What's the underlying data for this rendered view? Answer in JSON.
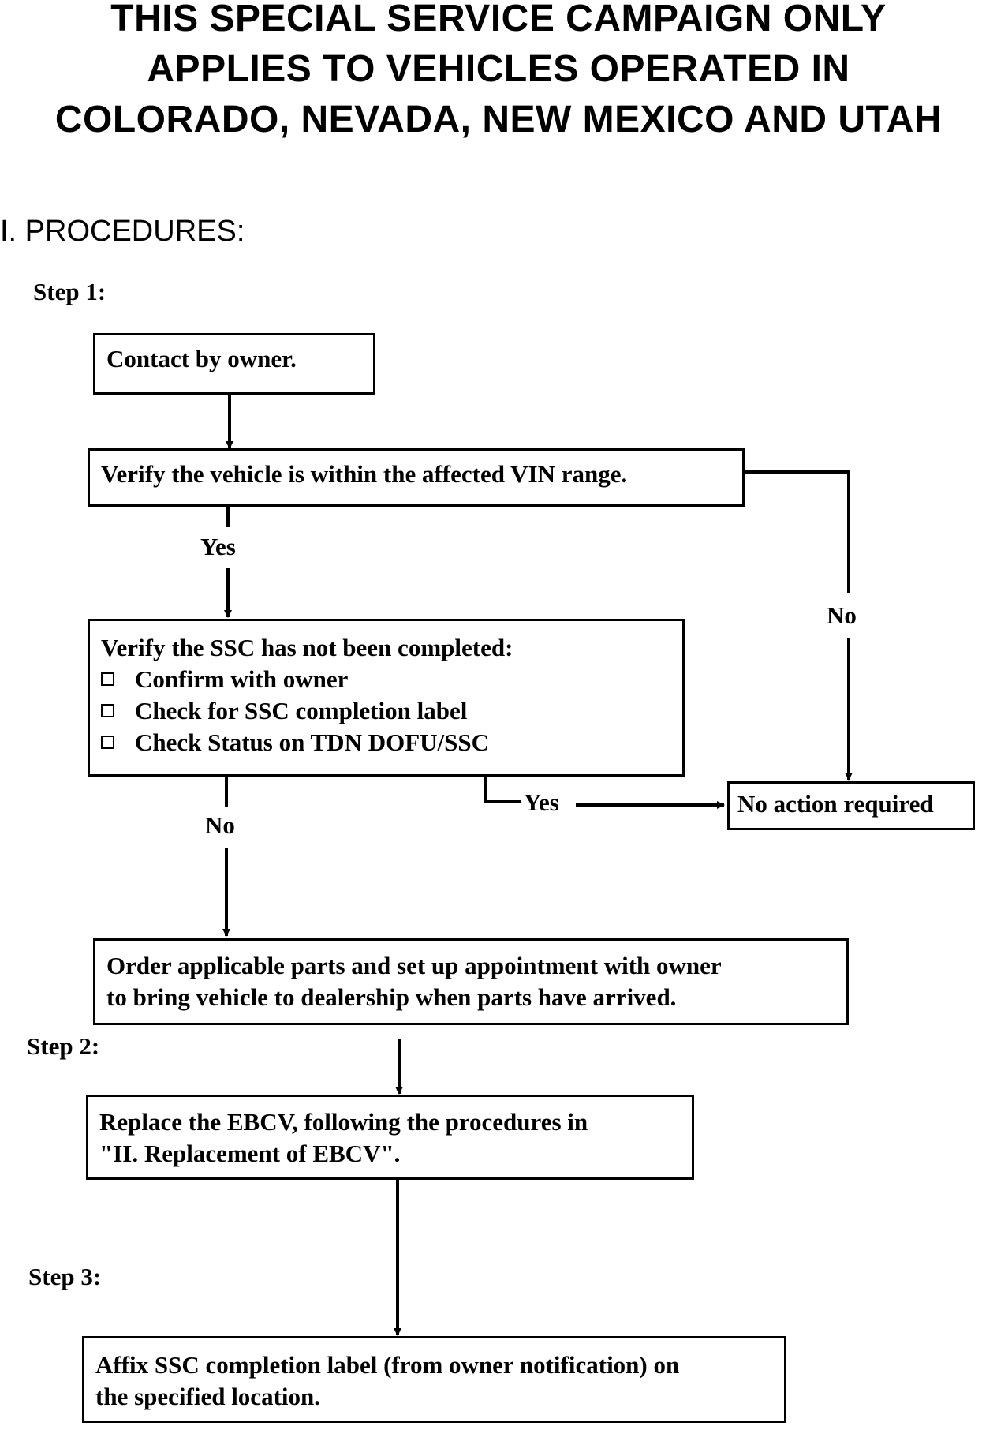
{
  "banner": {
    "line1": "THIS SPECIAL SERVICE CAMPAIGN ONLY",
    "line2": "APPLIES TO VEHICLES OPERATED IN",
    "line3": "COLORADO, NEVADA, NEW MEXICO AND UTAH"
  },
  "section_heading": "I. PROCEDURES:",
  "steps": {
    "step1": "Step 1:",
    "step2": "Step 2:",
    "step3": "Step 3:"
  },
  "nodes": {
    "contact_owner": "Contact by owner.",
    "verify_vin": "Verify the vehicle is within the affected VIN range.",
    "verify_ssc": {
      "title": "Verify the SSC has not been completed:",
      "checklist": [
        "Confirm with owner",
        "Check for SSC completion label",
        "Check Status on TDN DOFU/SSC"
      ]
    },
    "no_action": "No action required",
    "order_parts": {
      "line1": "Order applicable parts and set up appointment with owner",
      "line2": "to bring vehicle to dealership when parts have arrived."
    },
    "replace_ebcv": {
      "line1": "Replace the EBCV, following the procedures in",
      "line2": "\"II. Replacement of EBCV\"."
    },
    "affix_label": {
      "line1": "Affix SSC completion label (from owner notification) on",
      "line2": "the specified location."
    }
  },
  "edge_labels": {
    "vin_yes": "Yes",
    "vin_no": "No",
    "ssc_yes": "Yes",
    "ssc_no": "No"
  }
}
